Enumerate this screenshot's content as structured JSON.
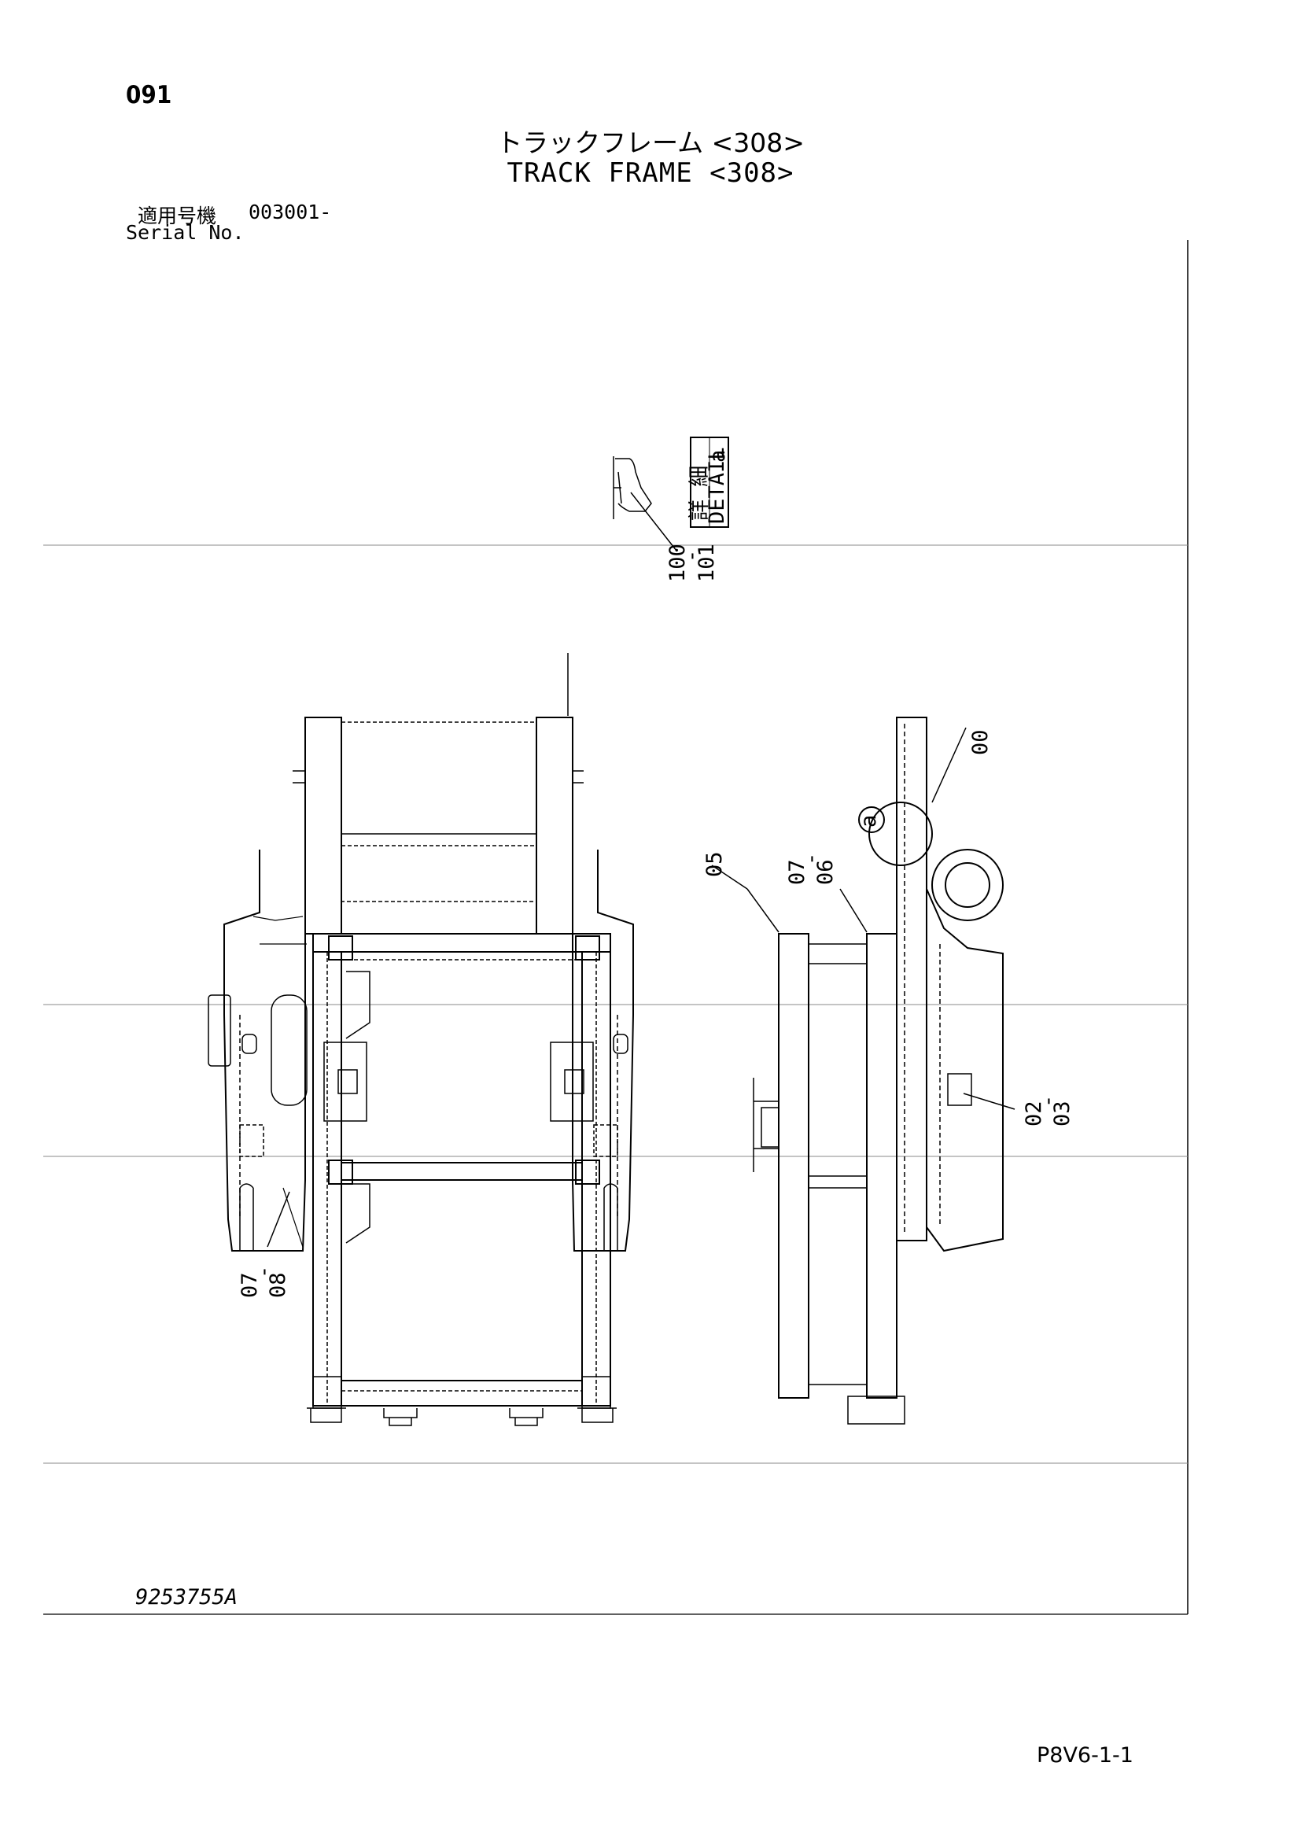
{
  "header": {
    "page_number": "091",
    "title_jp": "トラックフレーム <308>",
    "title_en": "TRACK FRAME <308>",
    "applicable_label_jp": "適用号機",
    "serial_value": "003001-",
    "serial_label_en": "Serial No."
  },
  "detail_label": {
    "jp": "詳 細",
    "en": "DETAIL",
    "letter": "a"
  },
  "callouts": {
    "c100": "100",
    "c101": "101",
    "c00": "00",
    "c05": "05",
    "c07a": "07",
    "c06": "06",
    "c02": "02",
    "c03": "03",
    "c07b": "07",
    "c08": "08",
    "dash": "-",
    "detail_circle": "a"
  },
  "footer": {
    "drawing_number": "9253755A",
    "page_code": "P8V6-1-1"
  }
}
